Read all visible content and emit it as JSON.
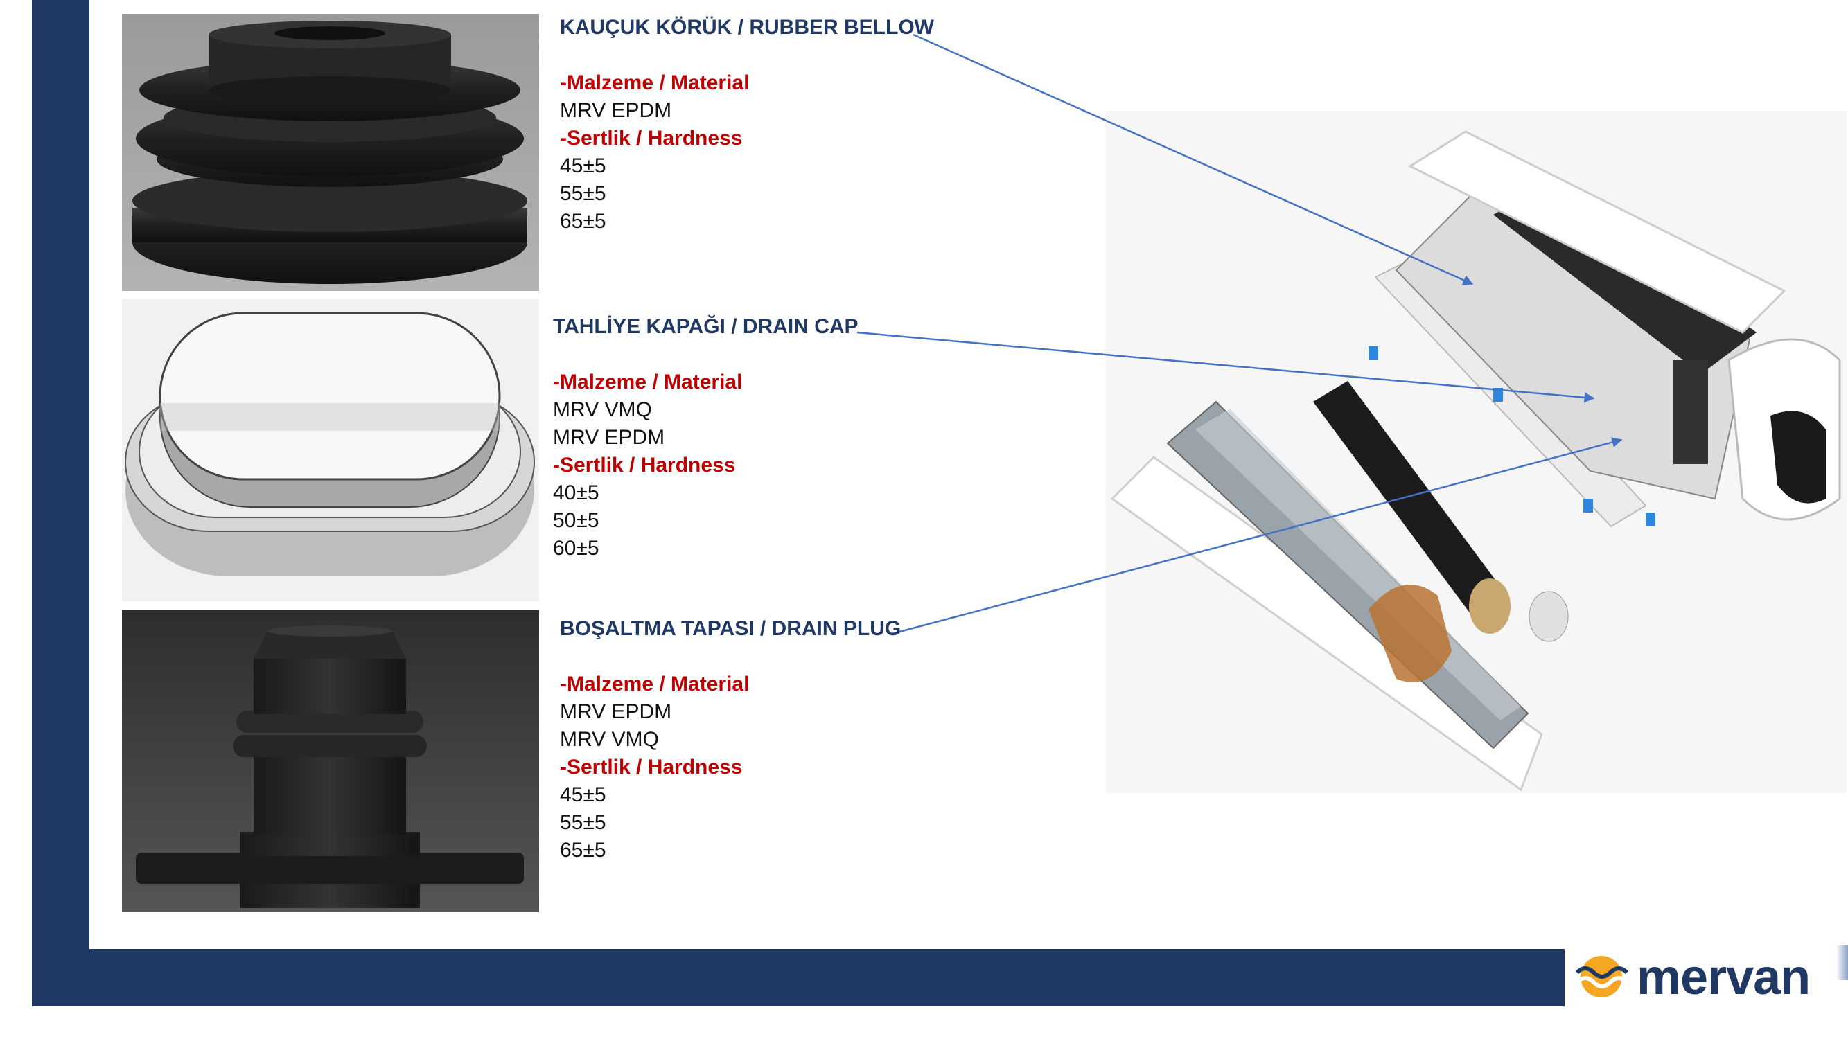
{
  "parts": [
    {
      "title": "KAUÇUK KÖRÜK / RUBBER BELLOW",
      "material_label": "-Malzeme / Material",
      "materials": [
        "MRV EPDM"
      ],
      "hardness_label": "-Sertlik / Hardness",
      "hardness": [
        "45±5",
        "55±5",
        "65±5"
      ]
    },
    {
      "title": "TAHLİYE KAPAĞI / DRAIN CAP",
      "material_label": "-Malzeme / Material",
      "materials": [
        "MRV VMQ",
        "MRV EPDM"
      ],
      "hardness_label": "-Sertlik / Hardness",
      "hardness": [
        "40±5",
        "50±5",
        "60±5"
      ]
    },
    {
      "title": "BOŞALTMA TAPASI / DRAIN PLUG",
      "material_label": "-Malzeme / Material",
      "materials": [
        "MRV EPDM",
        "MRV VMQ"
      ],
      "hardness_label": "-Sertlik / Hardness",
      "hardness": [
        "45±5",
        "55±5",
        "65±5"
      ]
    }
  ],
  "logo": {
    "text": "mervan",
    "icon": "mervan-wave-logo-icon"
  },
  "colors": {
    "navy": "#1f3864",
    "red": "#c00000",
    "arrow": "#4472c4",
    "logo_orange": "#f5a623"
  }
}
